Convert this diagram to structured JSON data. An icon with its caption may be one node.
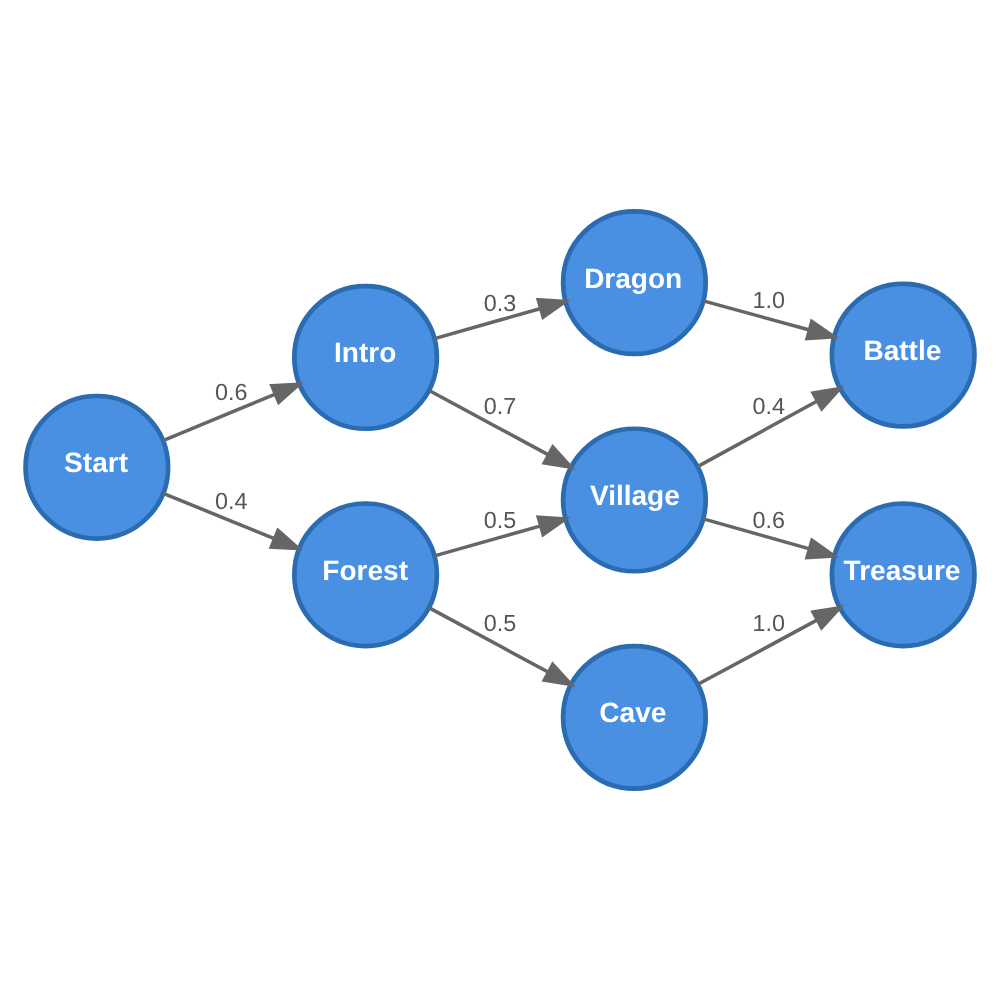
{
  "diagram": {
    "nodes": [
      {
        "text": [
          "Start"
        ]
      },
      {
        "text": [
          "Intro"
        ]
      },
      {
        "text": [
          "Forest"
        ]
      },
      {
        "text": [
          "Dragon"
        ]
      },
      {
        "text": [
          "Village"
        ]
      },
      {
        "text": [
          "Cave"
        ]
      },
      {
        "text": [
          "Battle"
        ]
      },
      {
        "text": [
          "Treasure"
        ]
      }
    ],
    "edges": [
      {
        "from": 0,
        "to": 1,
        "arrow": "to",
        "label": "0.6"
      },
      {
        "from": 0,
        "to": 2,
        "arrow": "to",
        "label": "0.4"
      },
      {
        "from": 1,
        "to": 3,
        "arrow": "to",
        "label": "0.3"
      },
      {
        "from": 1,
        "to": 4,
        "arrow": "to",
        "label": "0.7"
      },
      {
        "from": 2,
        "to": 4,
        "arrow": "to",
        "label": "0.5"
      },
      {
        "from": 2,
        "to": 5,
        "arrow": "to",
        "label": "0.5"
      },
      {
        "from": 3,
        "to": 6,
        "arrow": "to",
        "label": "1.0"
      },
      {
        "from": 4,
        "to": 6,
        "arrow": "to",
        "label": "0.4"
      },
      {
        "from": 4,
        "to": 7,
        "arrow": "to",
        "label": "0.6"
      },
      {
        "from": 5,
        "to": 7,
        "arrow": "to",
        "label": "1.0"
      }
    ]
  }
}
